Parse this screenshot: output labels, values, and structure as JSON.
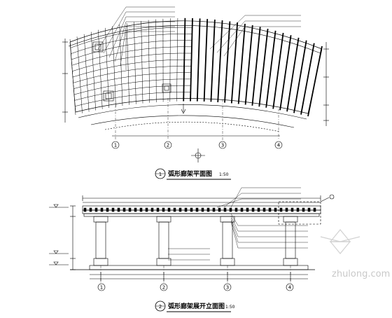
{
  "plan": {
    "number": "1",
    "title": "弧形廊架平面图",
    "scale": "1:50",
    "axes": [
      "1",
      "2",
      "3",
      "4"
    ]
  },
  "elevation": {
    "number": "2",
    "title": "弧形廊架展开立面图",
    "scale": "1:50",
    "axes": [
      "1",
      "2",
      "3",
      "4"
    ]
  },
  "watermark": "zhulong.com",
  "colors": {
    "ink": "#000000",
    "watermark": "#c9c9c9"
  }
}
